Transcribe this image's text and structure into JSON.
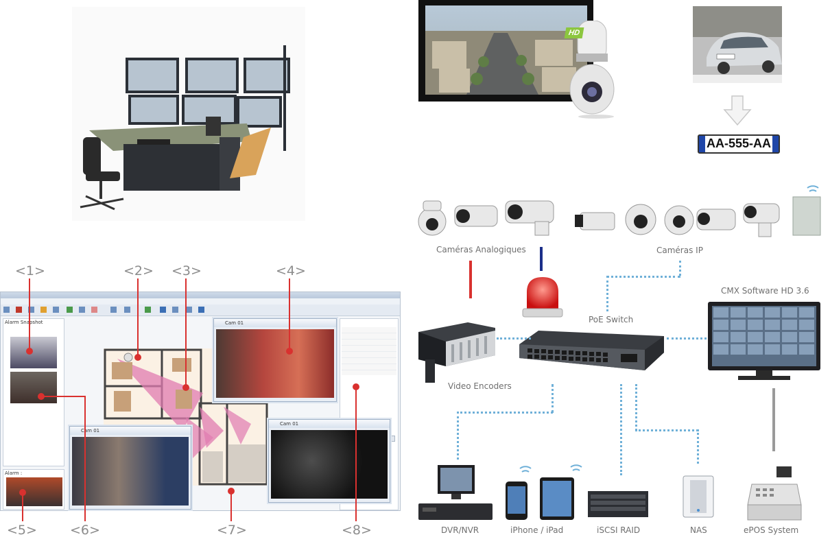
{
  "callouts": [
    "<1>",
    "<2>",
    "<3>",
    "<4>",
    "<5>",
    "<6>",
    "<7>",
    "<8>"
  ],
  "software": {
    "alarm_snapshot_label": "Alarm Snapshot",
    "alarm_label": "Alarm :",
    "camera_window_title": "Cam 01"
  },
  "plate_number": "AA-555-AA",
  "hd_badge": "HD",
  "network": {
    "analog_cameras_label": "Caméras Analogiques",
    "ip_cameras_label": "Caméras IP",
    "cmx_software_label": "CMX Software HD 3.6",
    "poe_switch_label": "PoE Switch",
    "video_encoders_label": "Video Encoders",
    "devices": [
      "DVR/NVR",
      "iPhone / iPad",
      "iSCSI RAID",
      "NAS",
      "ePOS System"
    ]
  },
  "colors": {
    "callout_line": "#d9312f",
    "connector_dotted": "#6fb0d8",
    "alarm_red": "#e01b1b",
    "cable_blue": "#1b2f8a"
  }
}
